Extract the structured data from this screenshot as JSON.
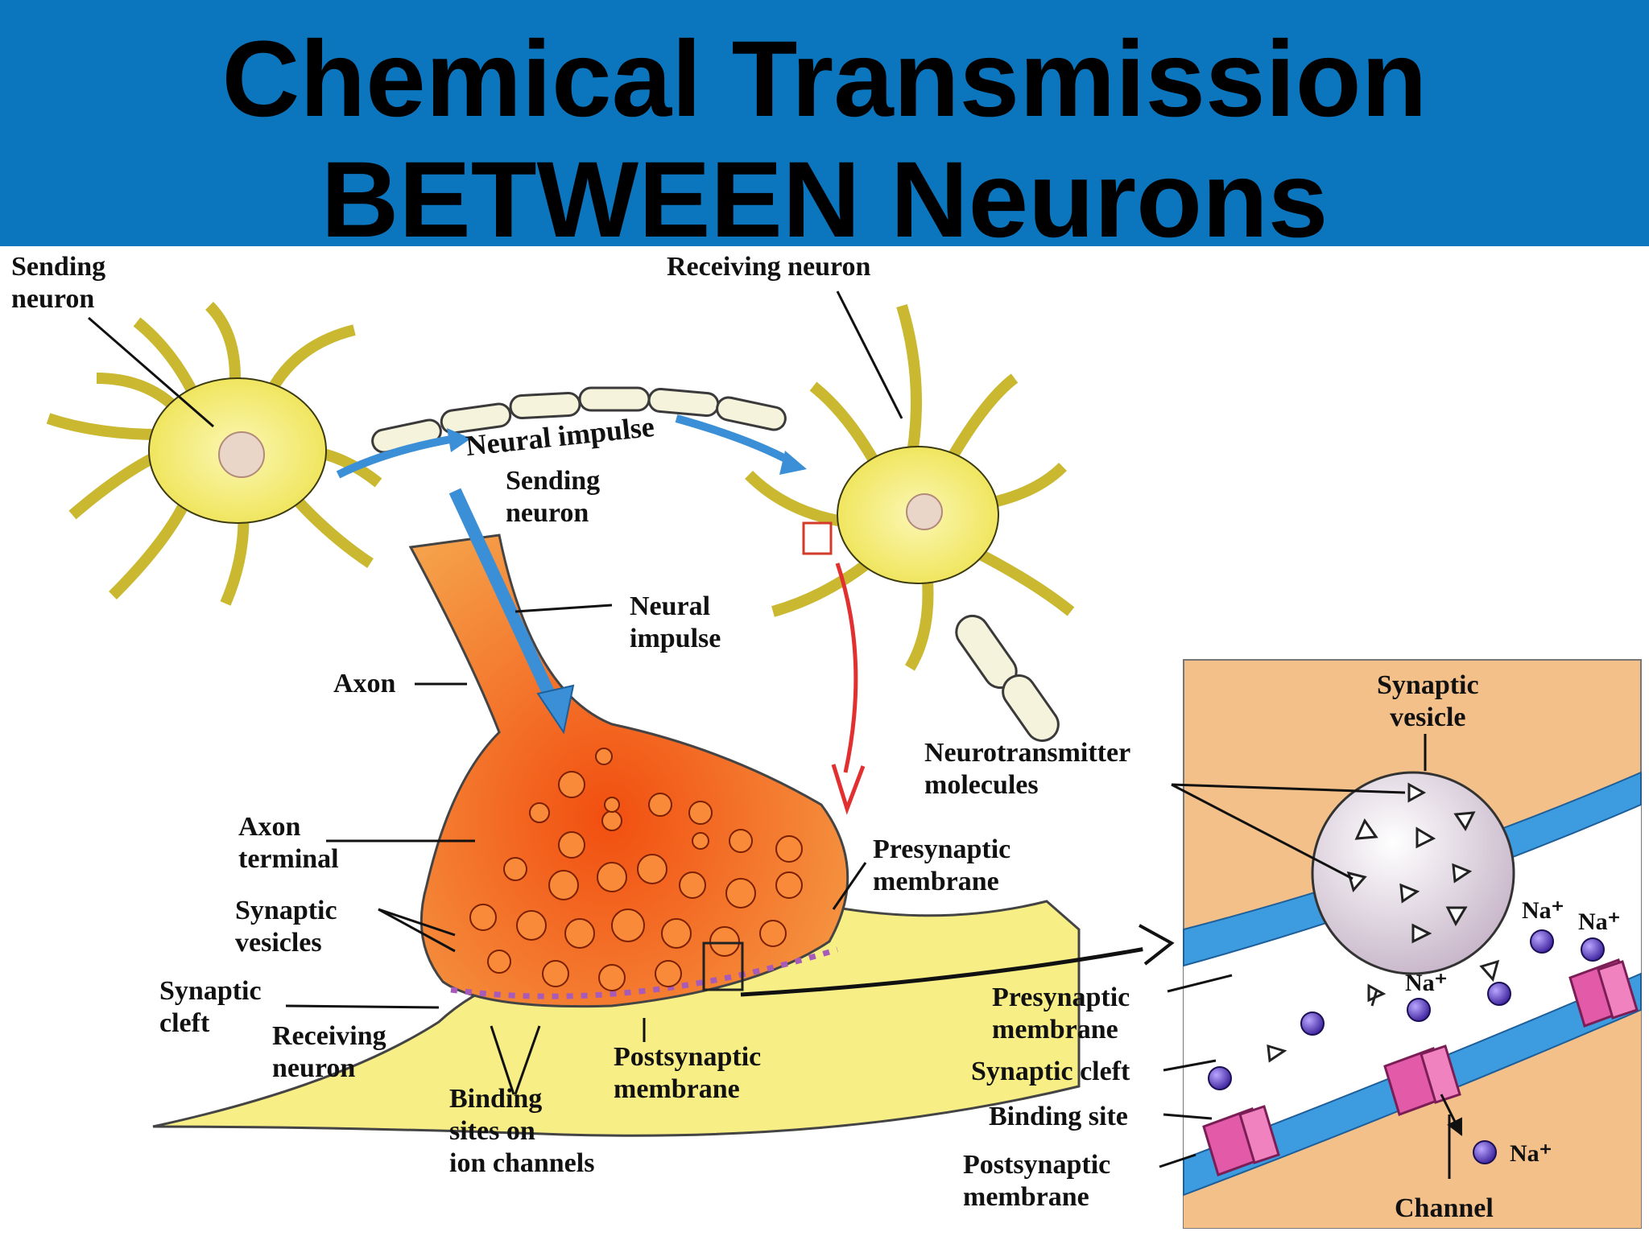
{
  "title": {
    "line1": "Chemical Transmission",
    "line2": "BETWEEN Neurons"
  },
  "labels": {
    "sending_neuron_top": "Sending\nneuron",
    "receiving_neuron_top": "Receiving neuron",
    "neural_impulse_arc": "Neural impulse",
    "sending_neuron_mid": "Sending\nneuron",
    "neural_impulse_mid": "Neural\nimpulse",
    "axon": "Axon",
    "axon_terminal": "Axon\nterminal",
    "synaptic_vesicles": "Synaptic\nvesicles",
    "synaptic_cleft": "Synaptic\ncleft",
    "receiving_neuron_bottom": "Receiving\nneuron",
    "binding_sites": "Binding\nsites on\nion channels",
    "postsynaptic_membrane": "Postsynaptic\nmembrane",
    "presynaptic_membrane": "Presynaptic\nmembrane",
    "synaptic_vesicle_inset": "Synaptic\nvesicle",
    "neurotransmitter_molecules": "Neurotransmitter\nmolecules",
    "presynaptic_membrane_inset": "Presynaptic\nmembrane",
    "synaptic_cleft_inset": "Synaptic cleft",
    "binding_site_inset": "Binding site",
    "postsynaptic_membrane_inset": "Postsynaptic\nmembrane",
    "channel": "Channel",
    "na_ion": "Na⁺"
  },
  "colors": {
    "title_bar": "#0b75bd",
    "neuron_body": "#f4ef7a",
    "axon_terminal": "#f06a1a",
    "inset_background": "#f3c08a",
    "membrane": "#3d9be0",
    "channel": "#e35aa8",
    "ion": "#5a3fb8"
  }
}
